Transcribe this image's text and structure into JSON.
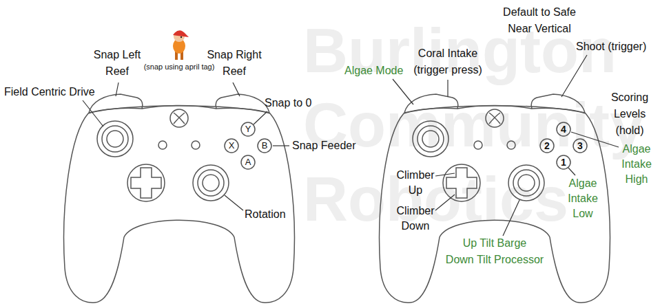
{
  "diagram": {
    "labels": [
      "Field Centric Drive",
      "Snap Left Reef",
      "(snap using april tag)",
      "Snap Right Reef",
      "Snap to 0",
      "Y",
      "X",
      "B",
      "A",
      "Snap Feeder",
      "Rotation",
      "Default to Safe Near Vertical",
      "Coral Intake (trigger press)",
      "Algae Mode",
      "Shoot (trigger)",
      "Scoring Levels (hold)",
      "4",
      "2",
      "3",
      "1",
      "Algae Intake High",
      "Algae Intake Low",
      "Climber Up",
      "Climber Down",
      "Up Tilt Barge",
      "Down Tilt Processor",
      "Burlington Community Robotics"
    ]
  }
}
